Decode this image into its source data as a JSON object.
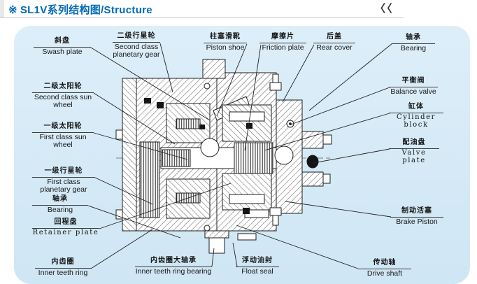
{
  "header": {
    "marker": "※",
    "title": "SL1V系列结构图/Structure",
    "back_arrows": "〈〈"
  },
  "colors": {
    "title_blue": "#0069b4",
    "panel_bg": "#d3e8f5",
    "line_color": "#222222"
  },
  "diagram": {
    "subject": "SL1V series travel motor cross-section",
    "labels": {
      "swash_plate": {
        "cn": "斜盘",
        "en": "Swash plate"
      },
      "second_class_planetary_gear": {
        "cn": "二级行星轮",
        "en": "Second class planetary gear"
      },
      "piston_shoe": {
        "cn": "柱塞滑靴",
        "en": "Piston shoe"
      },
      "friction_plate": {
        "cn": "摩擦片",
        "en": "Friction plate"
      },
      "rear_cover": {
        "cn": "后盖",
        "en": "Rear cover"
      },
      "bearing_top": {
        "cn": "轴承",
        "en": "Bearing"
      },
      "second_class_sun_wheel": {
        "cn": "二级太阳轮",
        "en": "Second class sun wheel"
      },
      "balance_valve": {
        "cn": "平衡阀",
        "en": "Balance valve"
      },
      "first_class_sun_wheel": {
        "cn": "一级太阳轮",
        "en": "First class sun wheel"
      },
      "cylinder_block": {
        "cn": "缸体",
        "en": "Cylinder block"
      },
      "valve_plate": {
        "cn": "配油盘",
        "en": "Valve plate"
      },
      "first_class_planetary_gear": {
        "cn": "一级行星轮",
        "en": "First class planetary gear"
      },
      "bearing_left": {
        "cn": "轴承",
        "en": "Bearing"
      },
      "retainer_plate": {
        "cn": "回程盘",
        "en": "Retainer plate"
      },
      "brake_piston": {
        "cn": "制动活塞",
        "en": "Brake Piston"
      },
      "inner_teeth_ring": {
        "cn": "内齿圈",
        "en": "Inner teeth ring"
      },
      "inner_teeth_ring_bearing": {
        "cn": "内齿圈大轴承",
        "en": "Inner teeth ring bearing"
      },
      "float_seal": {
        "cn": "浮动油封",
        "en": "Float seal"
      },
      "drive_shaft": {
        "cn": "传动轴",
        "en": "Drive shaft"
      }
    }
  }
}
